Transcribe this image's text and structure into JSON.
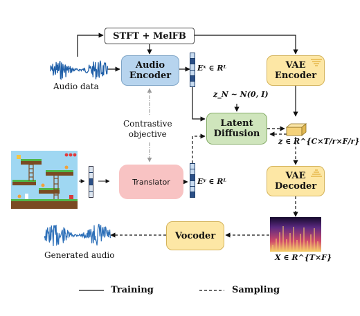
{
  "blocks": {
    "stft": "STFT + MelFB",
    "audio_encoder": "Audio\nEncoder",
    "vae_encoder": "VAE\nEncoder",
    "latent_diffusion": "Latent\nDiffusion",
    "translator": "Translator",
    "vae_decoder": "VAE\nDecoder",
    "vocoder": "Vocoder"
  },
  "labels": {
    "audio_data": "Audio data",
    "generated_audio": "Generated audio",
    "contrastive": "Contrastive\nobjective",
    "ex": "Eˣ ∈ Rᴸ",
    "ey": "Eʸ ∈ Rᴸ",
    "zn": "z_N ~ N(0, I)",
    "z": "z ∈ R^{C×T/r×F/r}",
    "X": "X ∈ R^{T×F}"
  },
  "legend": {
    "training": "Training",
    "sampling": "Sampling"
  },
  "icons": {
    "waveform_in": "waveform-icon",
    "waveform_out": "waveform-icon",
    "spectrogram": "spectrogram-icon",
    "game_screenshot": "game-screenshot-image",
    "latent_cube": "cube-icon"
  },
  "colors": {
    "audio_encoder": "#b7d4ee",
    "vae": "#fde7a5",
    "latent": "#cfe5bc",
    "translator": "#f8c3c3",
    "waveform": "#1f5fa8",
    "embedding": "#2b4f86"
  }
}
